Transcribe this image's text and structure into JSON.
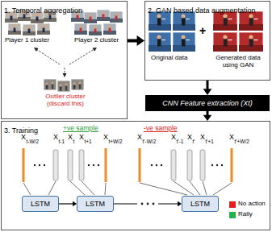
{
  "diagram": {
    "nodes": [
      {
        "text": [
          "1. Temporal aggregation"
        ]
      },
      {
        "text": [
          "2. GAN based data augmentation"
        ]
      },
      {
        "text": [
          "CNN Feature extraction (Xt)"
        ]
      },
      {
        "text": [
          "3. Training"
        ]
      },
      {
        "text": [
          "LSTM"
        ],
        "in": 3
      },
      {
        "text": [
          "LSTM"
        ],
        "in": 3
      },
      {
        "text": [
          "LSTM"
        ],
        "in": 3
      }
    ],
    "edges": [
      {
        "from": 0,
        "to": 1,
        "arrow": "to"
      },
      {
        "from": 1,
        "to": 2,
        "arrow": "to"
      },
      {
        "from": 2,
        "to": 3,
        "arrow": "to"
      },
      {
        "from": 4,
        "to": 5,
        "arrow": "to"
      },
      {
        "from": 5,
        "to": 6,
        "arrow": "to"
      }
    ],
    "labels": [
      "Player 1 cluster",
      "Player 2 cluster",
      "Outlier cluster (discard this)",
      "Original data",
      "+",
      "Generated data using GAN",
      "+ve sample",
      "-ve sample",
      "X",
      "t-W/2",
      "X",
      "t-1",
      "X",
      "t",
      "X",
      "t+1",
      "X",
      "t+W/2",
      "X",
      "t'-W/2",
      "X",
      "t'-1",
      "X",
      "t'",
      "X",
      "t'+1",
      "X",
      "t'+W/2"
    ],
    "legend": [
      {
        "text": "No action",
        "color": "#e02020"
      },
      {
        "text": "Rally",
        "color": "#22b14c"
      }
    ]
  }
}
